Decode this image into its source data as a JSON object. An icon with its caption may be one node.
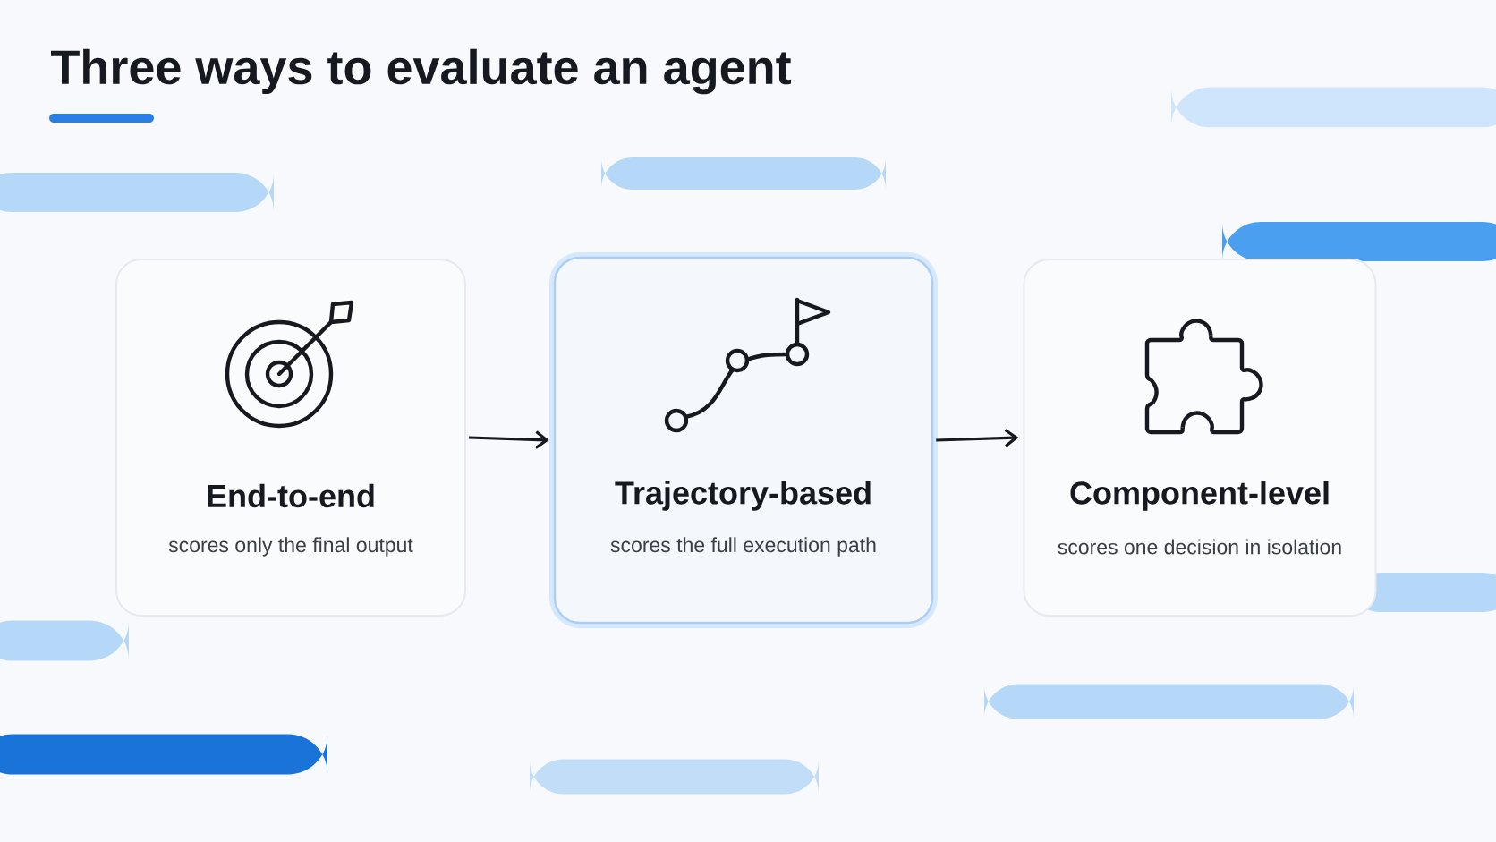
{
  "diagram": {
    "title": "Three ways to evaluate an agent",
    "nodes": [
      {
        "text": [
          "End-to-end",
          "scores only the final output"
        ]
      },
      {
        "text": [
          "Trajectory-based",
          "scores the full execution path"
        ]
      },
      {
        "text": [
          "Component-level",
          "scores one decision in isolation"
        ]
      }
    ],
    "edges": [
      {
        "from": 0,
        "to": 1,
        "arrow": "to"
      },
      {
        "from": 1,
        "to": 2,
        "arrow": "to"
      }
    ]
  }
}
